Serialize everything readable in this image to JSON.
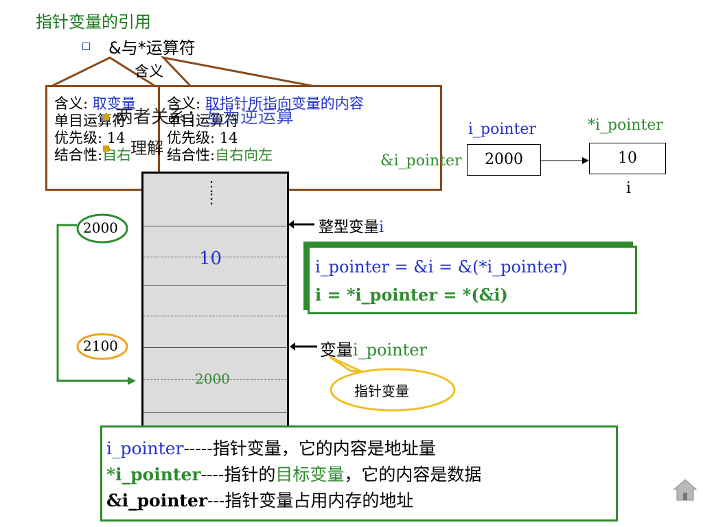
{
  "title": "指针变量的引用",
  "subtitle": "&与*运算符",
  "meaning_label": "含义",
  "callout_left": {
    "line1_a": "含义: ",
    "line1_b": "取变量",
    "line2": "单目运算符",
    "line3": "优先级: 14",
    "line4_a": "结合性:",
    "line4_b": "自右"
  },
  "callout_right": {
    "line1_a": "含义: ",
    "line1_b": "取指针所指向变量的内容",
    "line2": "单目运算符",
    "line3": "优先级: 14",
    "line4_a": "结合性:",
    "line4_b": "自右向左"
  },
  "overlap_text": {
    "relation_a": "两者关系：",
    "relation_b": "互为逆运算",
    "understand": "理解"
  },
  "diagram": {
    "i_pointer_label": "i_pointer",
    "star_i_pointer_label": "*i_pointer",
    "amp_i_pointer_label": "&i_pointer",
    "pointer_value": "2000",
    "target_value": "10",
    "i_label": "i"
  },
  "memory": {
    "dots": "……",
    "addr_top": "2000",
    "addr_bottom": "2100",
    "value_i": "10",
    "value_ptr": "2000",
    "label_int_var_a": "整型变量",
    "label_int_var_b": "i",
    "label_ptr_var_a": "变量",
    "label_ptr_var_b": "i_pointer",
    "bubble": "指针变量"
  },
  "equations": {
    "line1": "i_pointer  =  &i  =  &(*i_pointer)",
    "line2": "i  =   *i_pointer  =   *(&i)"
  },
  "summary": {
    "l1_a": "i_pointer",
    "l1_b": "-----指针变量，它的内容是地址量",
    "l2_a": "*i_pointer",
    "l2_b": "----指针的",
    "l2_c": "目标变量",
    "l2_d": "，它的内容是数据",
    "l3_a": "&i_pointer",
    "l3_b": "---指针变量占用内存的地址"
  },
  "colors": {
    "title": "#1a7a1a",
    "callout_border": "#8a4a1a",
    "blue": "#2233cc",
    "green": "#2e8b2e",
    "orange": "#f0a020",
    "bubble_border": "#f0c020"
  }
}
